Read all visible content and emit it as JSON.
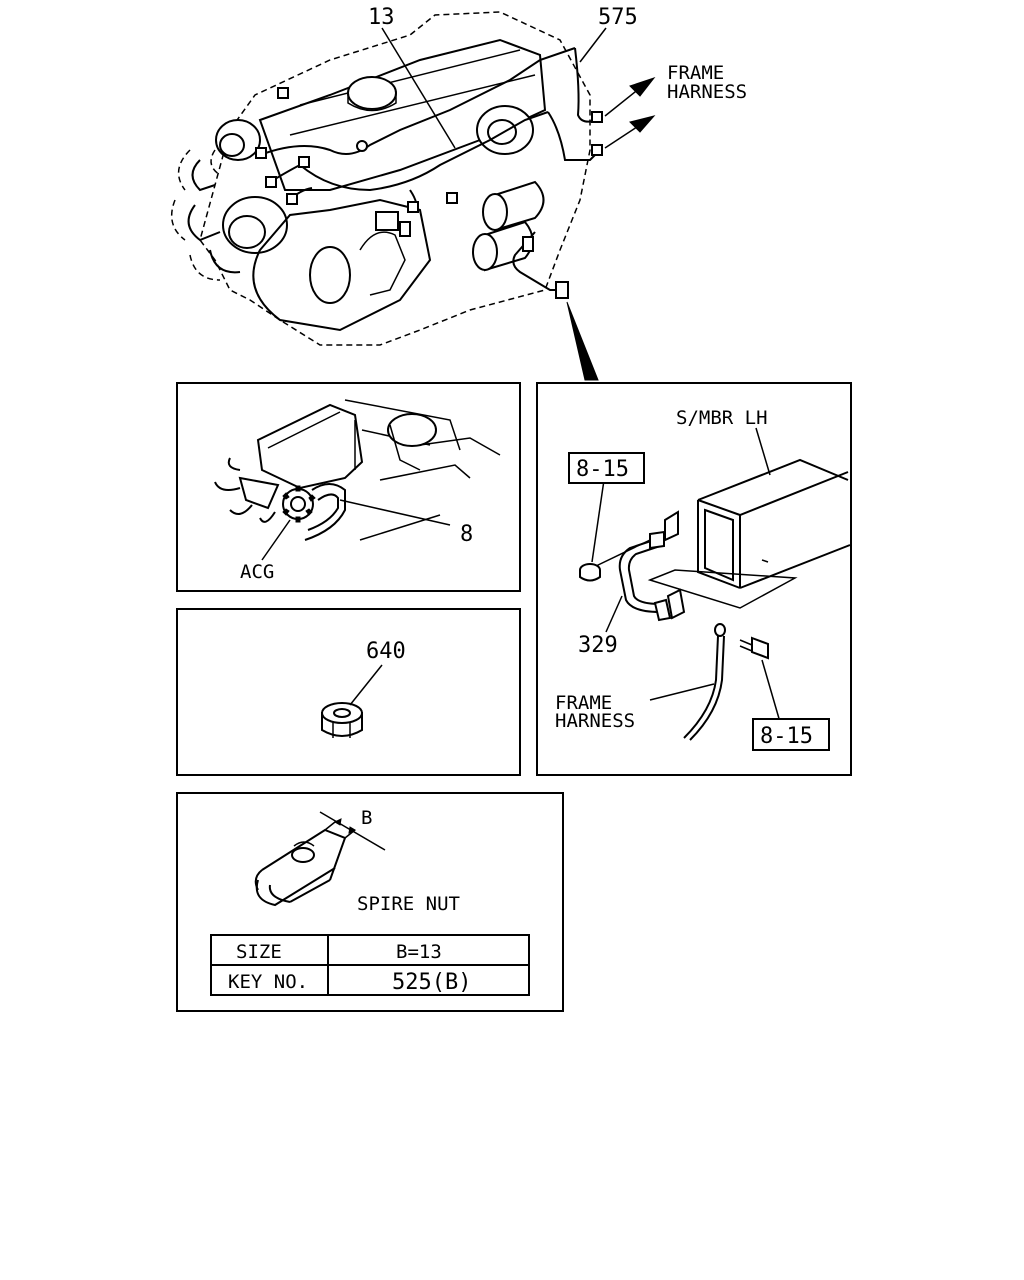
{
  "main_view": {
    "callout_harness": "13",
    "callout_frame_harness_ref": "575",
    "frame_harness_label_line1": "FRAME",
    "frame_harness_label_line2": "HARNESS"
  },
  "acg_panel": {
    "acg_label": "ACG",
    "callout_cable": "8"
  },
  "nut_panel": {
    "callout_nut": "640"
  },
  "detail_panel": {
    "member_label": "S/MBR LH",
    "callout_nut_ref": "8-15",
    "callout_bolt_ref": "8-15",
    "callout_cable": "329",
    "frame_harness_label_line1": "FRAME",
    "frame_harness_label_line2": "HARNESS"
  },
  "spire_nut_panel": {
    "dimension_label": "B",
    "part_label": "SPIRE NUT",
    "table": {
      "row1_header": "SIZE",
      "row1_value": "B=13",
      "row2_header": "KEY NO.",
      "row2_value": "525(B)"
    }
  }
}
